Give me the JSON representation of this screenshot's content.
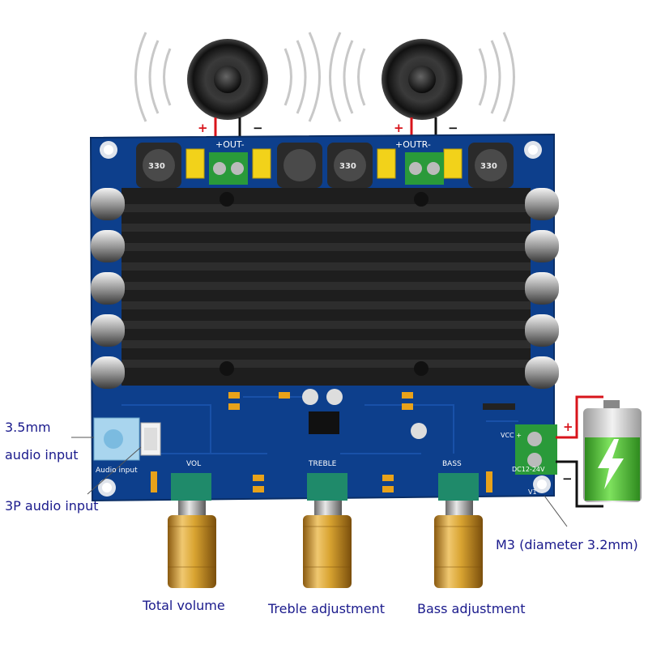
{
  "board": {
    "out_left_label": "+OUT-",
    "out_right_label": "+OUTR-",
    "inductor_text": "330",
    "audio_input_silk": "Audio input",
    "vol_silk": "VOL",
    "treble_silk": "TREBLE",
    "bass_silk": "BASS",
    "dc_silk": "DC12-24V",
    "vcc_silk": "VCC +",
    "v1_silk": "V1"
  },
  "labels": {
    "audio_35_line1": "3.5mm",
    "audio_35_line2": "audio input",
    "audio_3p": "3P audio input",
    "total_volume": "Total volume",
    "treble_adjustment": "Treble adjustment",
    "bass_adjustment": "Bass adjustment",
    "m3_hole": "M3 (diameter 3.2mm)"
  },
  "polarity": {
    "plus": "+",
    "minus": "−"
  },
  "colors": {
    "pcb": "#0d3f8c",
    "heatsink": "#1e1e1e",
    "label_text": "#1a1a8c",
    "knob_gold": "#d9a431",
    "pot_green": "#1f8a6a",
    "battery_green": "#4fc23a",
    "wire_red": "#d8141b"
  },
  "icons": [
    "speaker-icon",
    "battery-icon",
    "sound-wave-icon"
  ]
}
